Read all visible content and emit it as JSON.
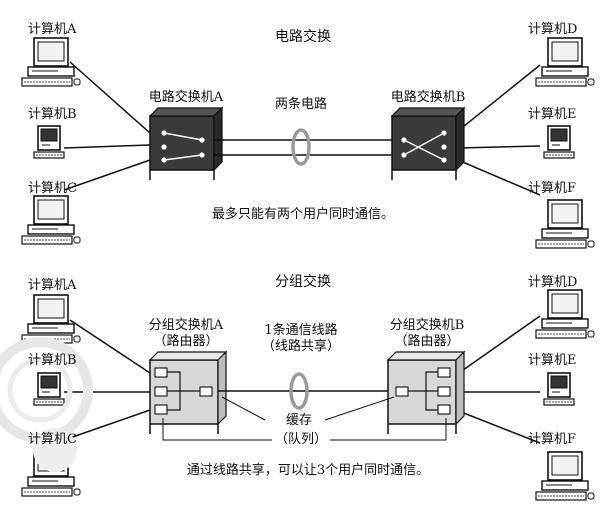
{
  "top_caption": "",
  "circuit": {
    "title": "电路交换",
    "switch_a": "电路交换机A",
    "switch_b": "电路交换机B",
    "link": "两条电路",
    "note": "最多只能有两个用户同时通信。",
    "computers_left": [
      "计算机A",
      "计算机B",
      "计算机C"
    ],
    "computers_right": [
      "计算机D",
      "计算机E",
      "计算机F"
    ]
  },
  "packet": {
    "title": "分组交换",
    "switch_a": [
      "分组交换机A",
      "（路由器）"
    ],
    "switch_b": [
      "分组交换机B",
      "（路由器）"
    ],
    "link": [
      "1条通信线路",
      "（线路共享）"
    ],
    "buffer": [
      "缓存",
      "（队列）"
    ],
    "note": "通过线路共享，可以让3个用户同时通信。",
    "computers_left": [
      "计算机A",
      "计算机B",
      "计算机C"
    ],
    "computers_right": [
      "计算机D",
      "计算机E",
      "计算机F"
    ]
  },
  "colors": {
    "line": "#111111",
    "circuit_switch": "#3a3a3a",
    "packet_switch": "#d8d8d8",
    "link_ring": "#9a9a9a",
    "watermark": "#e6e6e6"
  }
}
